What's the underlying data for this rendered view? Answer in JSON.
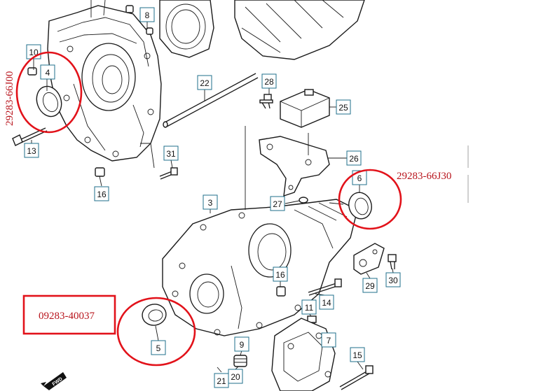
{
  "callouts": {
    "c1": "10",
    "c2": "4",
    "c3": "13",
    "c4": "8",
    "c5": "16",
    "c6": "31",
    "c7": "22",
    "c8": "28",
    "c9": "25",
    "c10": "26",
    "c11": "27",
    "c12": "6",
    "c13": "3",
    "c14": "29",
    "c15": "30",
    "c16": "16",
    "c17": "14",
    "c18": "11",
    "c19": "5",
    "c20": "9",
    "c21": "7",
    "c22": "15",
    "c23": "21",
    "c24": "20"
  },
  "part_numbers": {
    "left_vertical": "29283-66J00",
    "right_seal": "29283-66J30",
    "boxed_seal": "09283-40037"
  },
  "fwd_label": "FWD",
  "colors": {
    "highlight": "#e2121a",
    "part_text": "#b8141c",
    "callout_box": "#1f6f8b"
  }
}
